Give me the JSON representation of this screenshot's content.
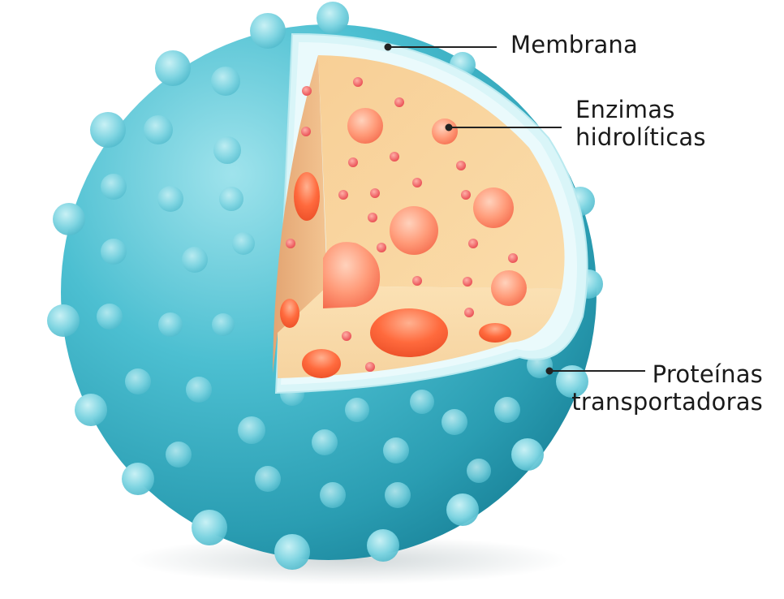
{
  "labels": {
    "membrane": "Membrana",
    "enzymes_line1": "Enzimas",
    "enzymes_line2": "hidrolíticas",
    "proteins_line1": "Proteínas",
    "proteins_line2": "transportadoras"
  },
  "colors": {
    "membrane_outer": "#3cb4c8",
    "membrane_light": "#8fdde8",
    "membrane_rim": "#d4f4f7",
    "lumen": "#f8d9a4",
    "lumen_shadow": "#e9b27d",
    "enzyme": "#ff6a3d",
    "enzyme_small": "#f0555a",
    "leader_line": "#222222"
  },
  "icons": [
    "lysosome-cutaway-illustration"
  ]
}
